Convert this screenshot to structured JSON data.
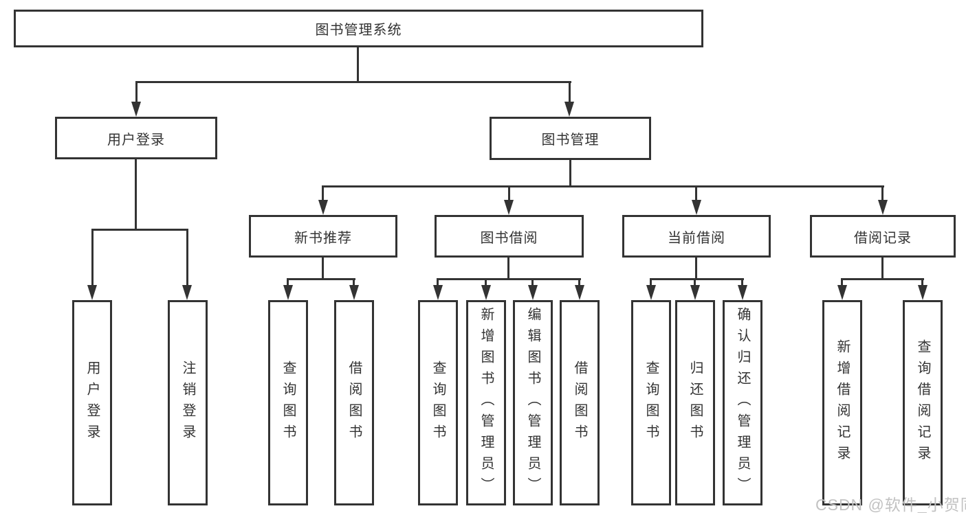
{
  "colors": {
    "line": "#333333",
    "ink": "#333333",
    "watermark": "#c2c2c2",
    "background": "#ffffff"
  },
  "tree": {
    "label": "图书管理系统",
    "children": [
      {
        "label": "用户登录",
        "children": [
          {
            "label": "用户登录"
          },
          {
            "label": "注销登录"
          }
        ]
      },
      {
        "label": "图书管理",
        "children": [
          {
            "label": "新书推荐",
            "children": [
              {
                "label": "查询图书"
              },
              {
                "label": "借阅图书"
              }
            ]
          },
          {
            "label": "图书借阅",
            "children": [
              {
                "label": "查询图书"
              },
              {
                "label": "新增图书（管理员）"
              },
              {
                "label": "编辑图书（管理员）"
              },
              {
                "label": "借阅图书"
              }
            ]
          },
          {
            "label": "当前借阅",
            "children": [
              {
                "label": "查询图书"
              },
              {
                "label": "归还图书"
              },
              {
                "label": "确认归还（管理员）"
              }
            ]
          },
          {
            "label": "借阅记录",
            "children": [
              {
                "label": "新增借阅记录"
              },
              {
                "label": "查询借阅记录"
              }
            ]
          }
        ]
      }
    ]
  },
  "watermark": {
    "text": "CSDN @软件_小贺同学"
  }
}
